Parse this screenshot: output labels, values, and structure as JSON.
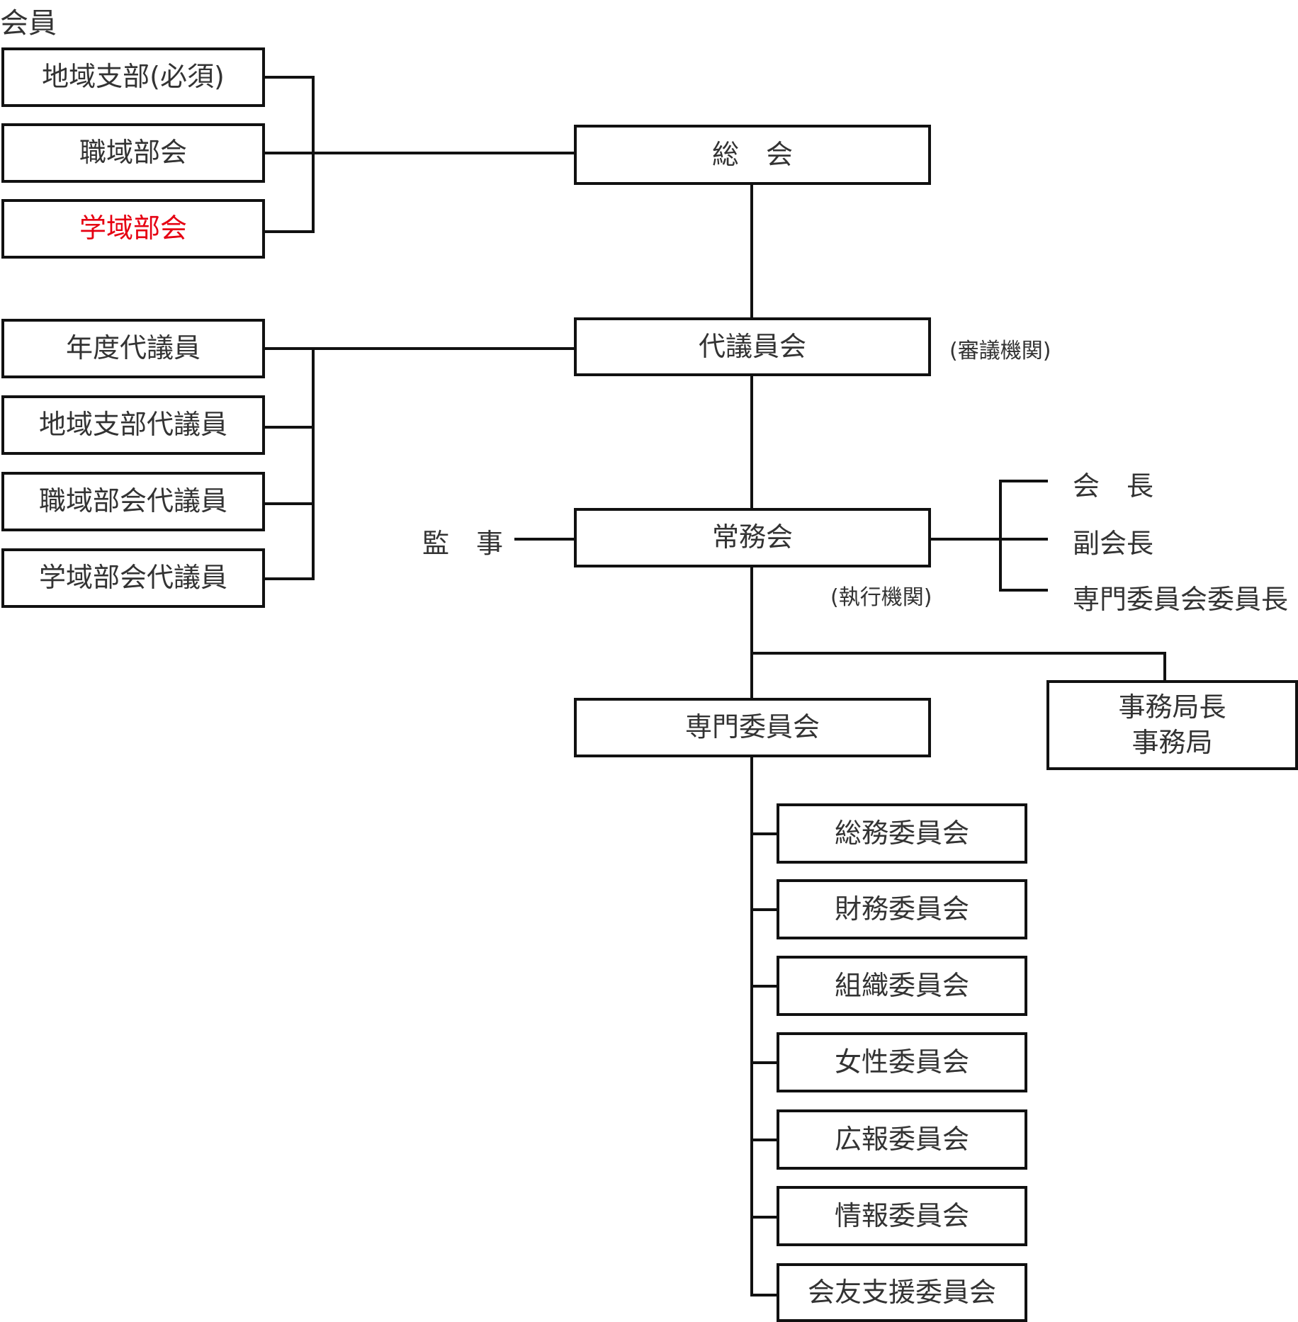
{
  "title": "会員",
  "members": {
    "chiiki_shibu": "地域支部(必須)",
    "shokuiki_bukai": "職域部会",
    "gakuiki_bukai": "学域部会"
  },
  "delegates": {
    "nendo": "年度代議員",
    "chiiki": "地域支部代議員",
    "shokuiki": "職域部会代議員",
    "gakuiki": "学域部会代議員"
  },
  "organs": {
    "soukai": "総　会",
    "daigiinkai": "代議員会",
    "daigiinkai_note": "(審議機関)",
    "joumukai": "常務会",
    "joumukai_note": "(執行機関)",
    "kanji": "監　事",
    "senmon_iinkai": "専門委員会",
    "jimukyoku": "事務局長\n事務局"
  },
  "officers": {
    "kaicho": "会　長",
    "fukukaicho": "副会長",
    "iincho": "専門委員会委員長"
  },
  "committees": [
    "総務委員会",
    "財務委員会",
    "組織委員会",
    "女性委員会",
    "広報委員会",
    "情報委員会",
    "会友支援委員会"
  ],
  "colors": {
    "line": "#111111",
    "text": "#333333",
    "highlight": "#e60012"
  }
}
